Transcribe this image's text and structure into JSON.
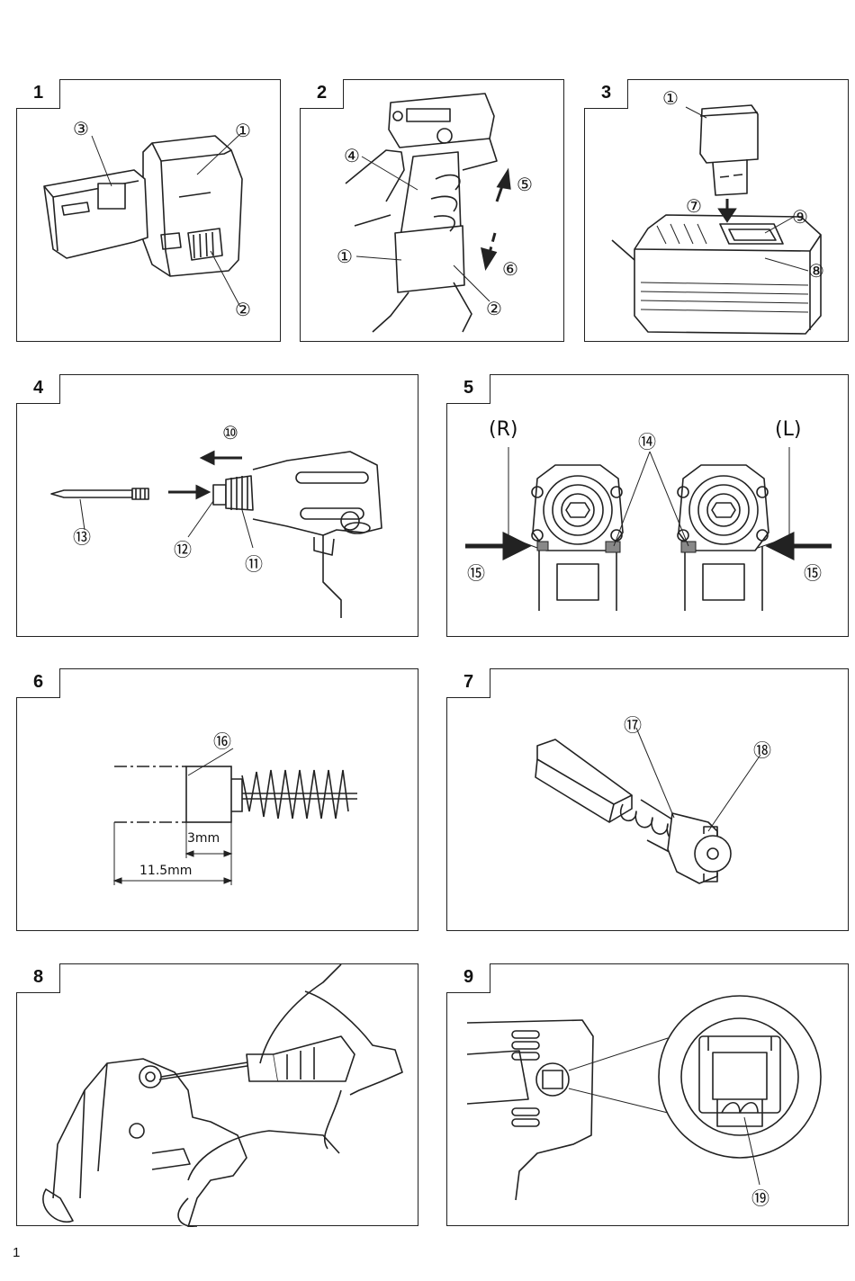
{
  "figures": [
    {
      "number": "1",
      "callouts": [
        "①",
        "②",
        "③"
      ]
    },
    {
      "number": "2",
      "callouts": [
        "①",
        "②",
        "④",
        "⑤",
        "⑥"
      ]
    },
    {
      "number": "3",
      "callouts": [
        "①",
        "⑦",
        "⑧",
        "⑨"
      ]
    },
    {
      "number": "4",
      "callouts": [
        "⑩",
        "⑪",
        "⑫",
        "⑬"
      ]
    },
    {
      "number": "5",
      "callouts": [
        "⑭",
        "⑮",
        "⑮"
      ],
      "rotation_labels": [
        "(R)",
        "(L)"
      ]
    },
    {
      "number": "6",
      "callouts": [
        "⑯"
      ],
      "dimensions": [
        "3mm",
        "11.5mm"
      ]
    },
    {
      "number": "7",
      "callouts": [
        "⑰",
        "⑱"
      ]
    },
    {
      "number": "8",
      "callouts": []
    },
    {
      "number": "9",
      "callouts": [
        "⑲"
      ]
    }
  ],
  "page_number": "1"
}
